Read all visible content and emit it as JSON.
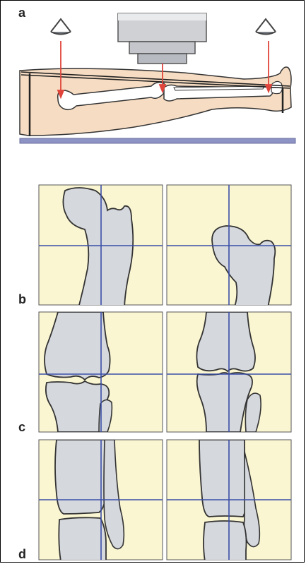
{
  "panels": {
    "a": "a",
    "b": "b",
    "c": "c",
    "d": "d"
  },
  "colors": {
    "panel_bg": "#fbf6d2",
    "bone": "#d5d8dc",
    "bone_outline": "#3a3a3a",
    "crosshair": "#3b4fa8",
    "beam": "#e0443a",
    "skin": "#f6dcc2",
    "table": "#8d93c4"
  },
  "icons": [
    "eye-icon-left",
    "eye-icon-right",
    "xray-tube"
  ]
}
